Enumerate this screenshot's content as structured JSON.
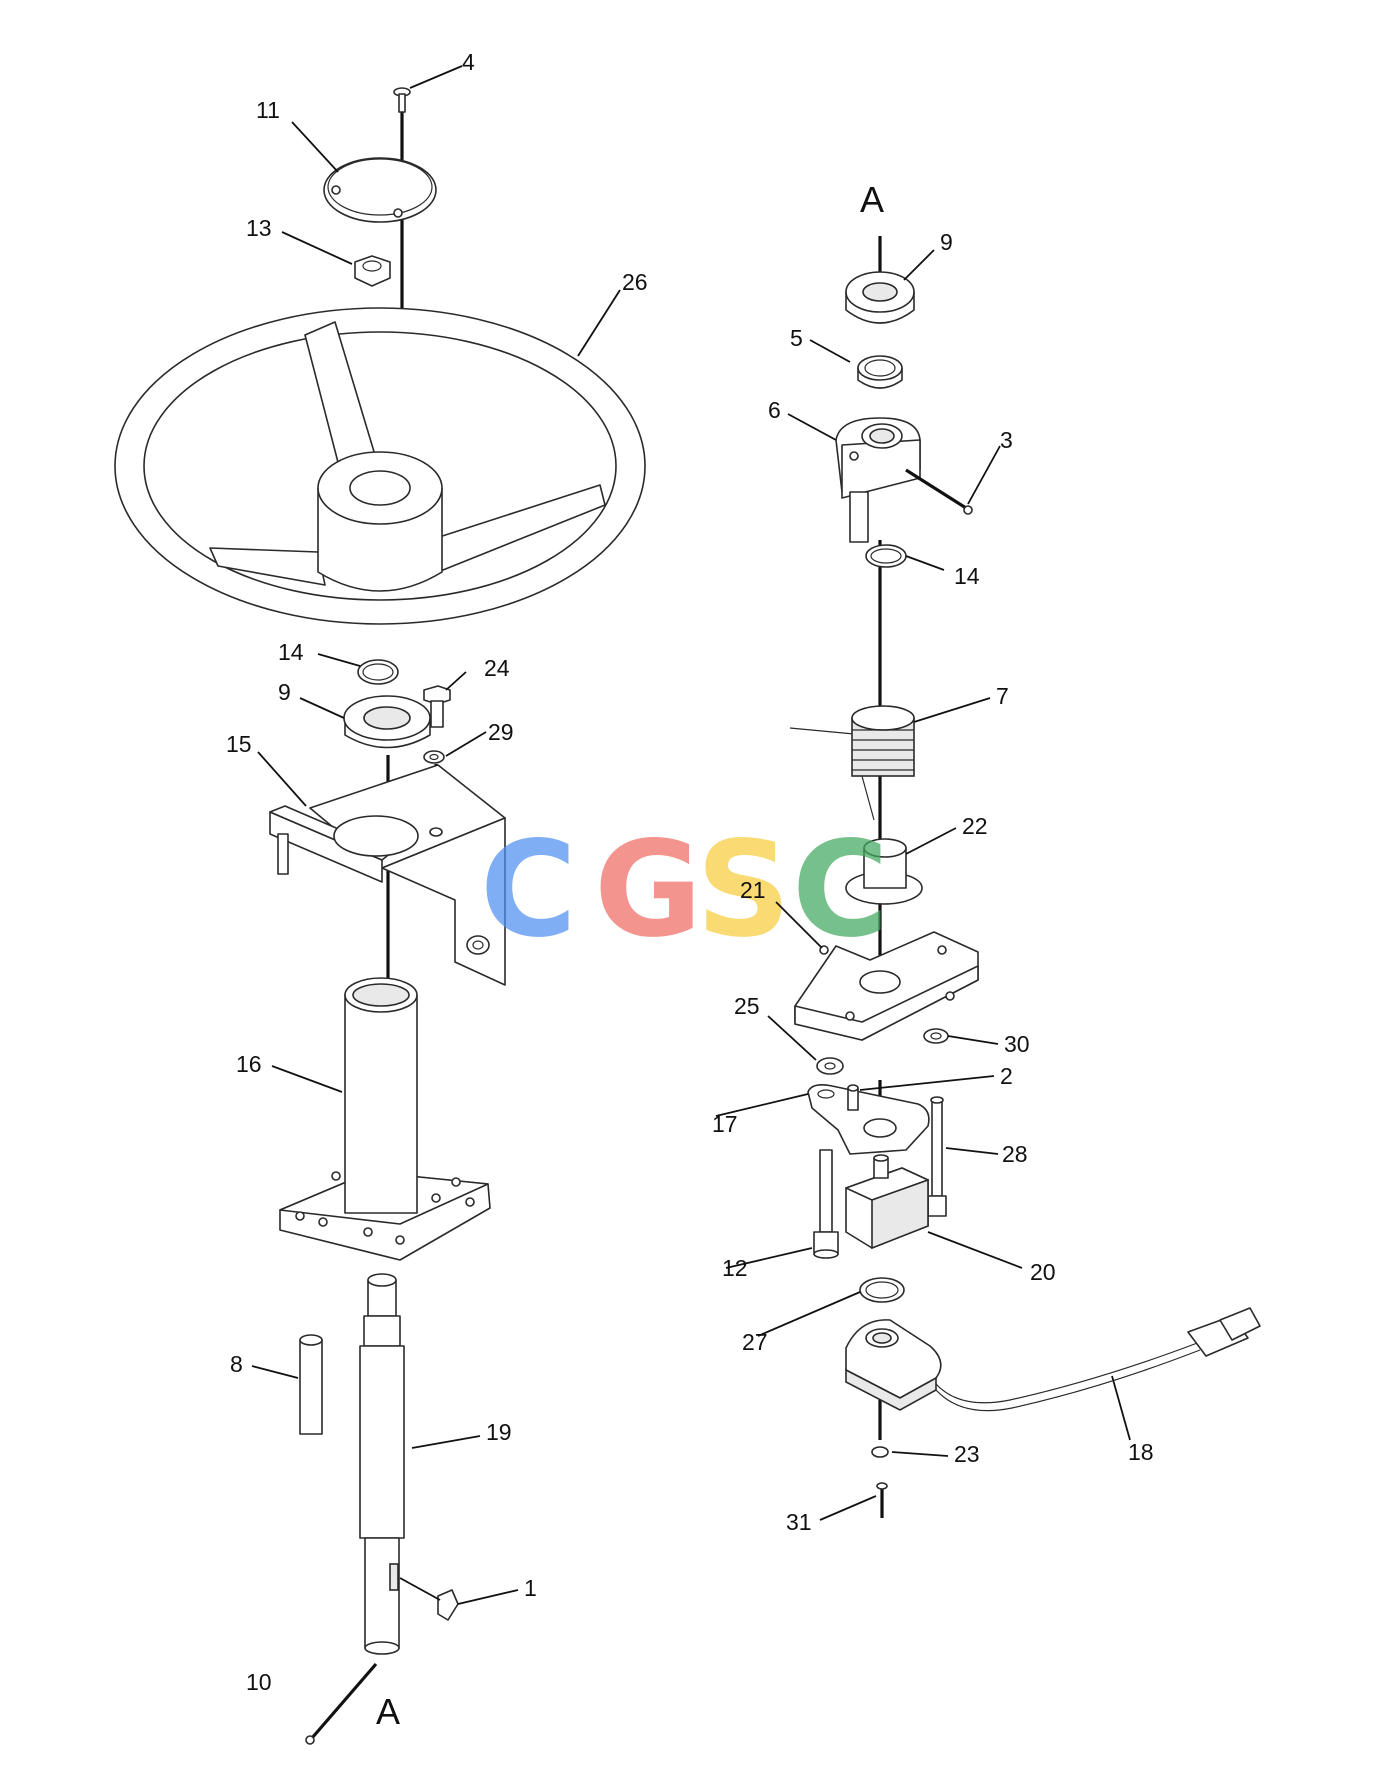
{
  "callouts": {
    "c1": "1",
    "c2": "2",
    "c3": "3",
    "c4": "4",
    "c5": "5",
    "c6": "6",
    "c7": "7",
    "c8": "8",
    "c9_left": "9",
    "c9_right": "9",
    "c10": "10",
    "c11": "11",
    "c12": "12",
    "c13": "13",
    "c14_left": "14",
    "c14_right": "14",
    "c15": "15",
    "c16": "16",
    "c17": "17",
    "c18": "18",
    "c19": "19",
    "c20": "20",
    "c21": "21",
    "c22": "22",
    "c23": "23",
    "c24": "24",
    "c25": "25",
    "c26": "26",
    "c27": "27",
    "c28": "28",
    "c29": "29",
    "c30": "30",
    "c31": "31"
  },
  "section_marks": {
    "left": "A",
    "right": "A"
  },
  "watermark": {
    "letters": [
      "C",
      "G",
      "S",
      "C"
    ],
    "colors": [
      "#4f8ff0",
      "#ef6b63",
      "#f7cd3e",
      "#42a85f"
    ]
  }
}
